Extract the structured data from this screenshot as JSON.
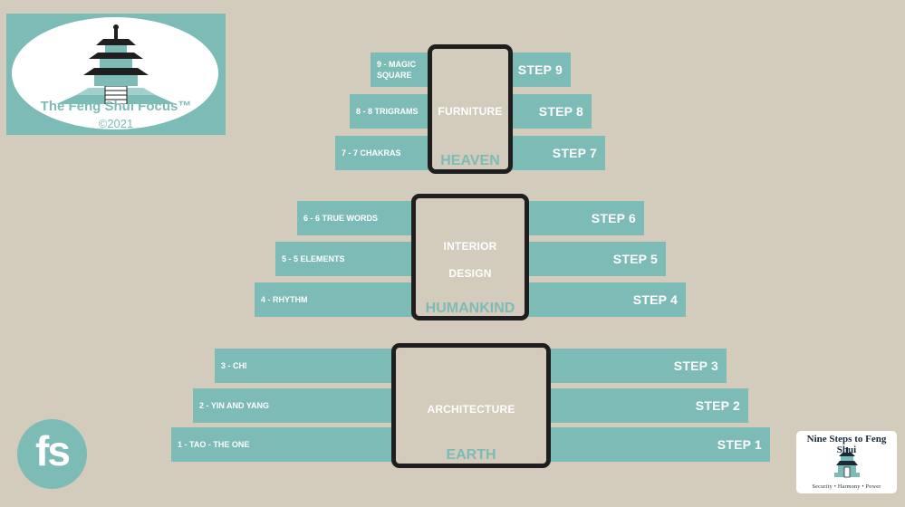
{
  "logo": {
    "title": "The Feng Shui Focus™",
    "year": "©2021",
    "icon": "temple-icon"
  },
  "badge": {
    "text": "fs"
  },
  "seal": {
    "line1": "Nine Steps to Feng Shui",
    "line2": "Security • Harmony • Power",
    "icon": "pagoda-icon"
  },
  "levels": {
    "heaven": {
      "core": "FURNITURE",
      "name": "HEAVEN"
    },
    "humankind": {
      "core_line1": "INTERIOR",
      "core_line2": "DESIGN",
      "name": "HUMANKIND"
    },
    "earth": {
      "core": "ARCHITECTURE",
      "name": "EARTH"
    }
  },
  "steps": {
    "s9": {
      "left": "9 - MAGIC SQUARE",
      "right": "STEP 9"
    },
    "s8": {
      "left": "8 - 8 TRIGRAMS",
      "right": "STEP 8"
    },
    "s7": {
      "left": "7 - 7 CHAKRAS",
      "right": "STEP 7"
    },
    "s6": {
      "left": "6 - 6 TRUE WORDS",
      "right": "STEP 6"
    },
    "s5": {
      "left": "5 - 5 ELEMENTS",
      "right": "STEP 5"
    },
    "s4": {
      "left": "4 - RHYTHM",
      "right": "STEP 4"
    },
    "s3": {
      "left": "3 - CHI",
      "right": "STEP 3"
    },
    "s2": {
      "left": "2 - YIN AND YANG",
      "right": "STEP 2"
    },
    "s1": {
      "left": "1 - TAO - THE ONE",
      "right": "STEP 1"
    }
  },
  "colors": {
    "background": "#d3cbbb",
    "teal": "#7dbcb6",
    "frame": "#1f1f1f",
    "text": "#ffffff"
  }
}
